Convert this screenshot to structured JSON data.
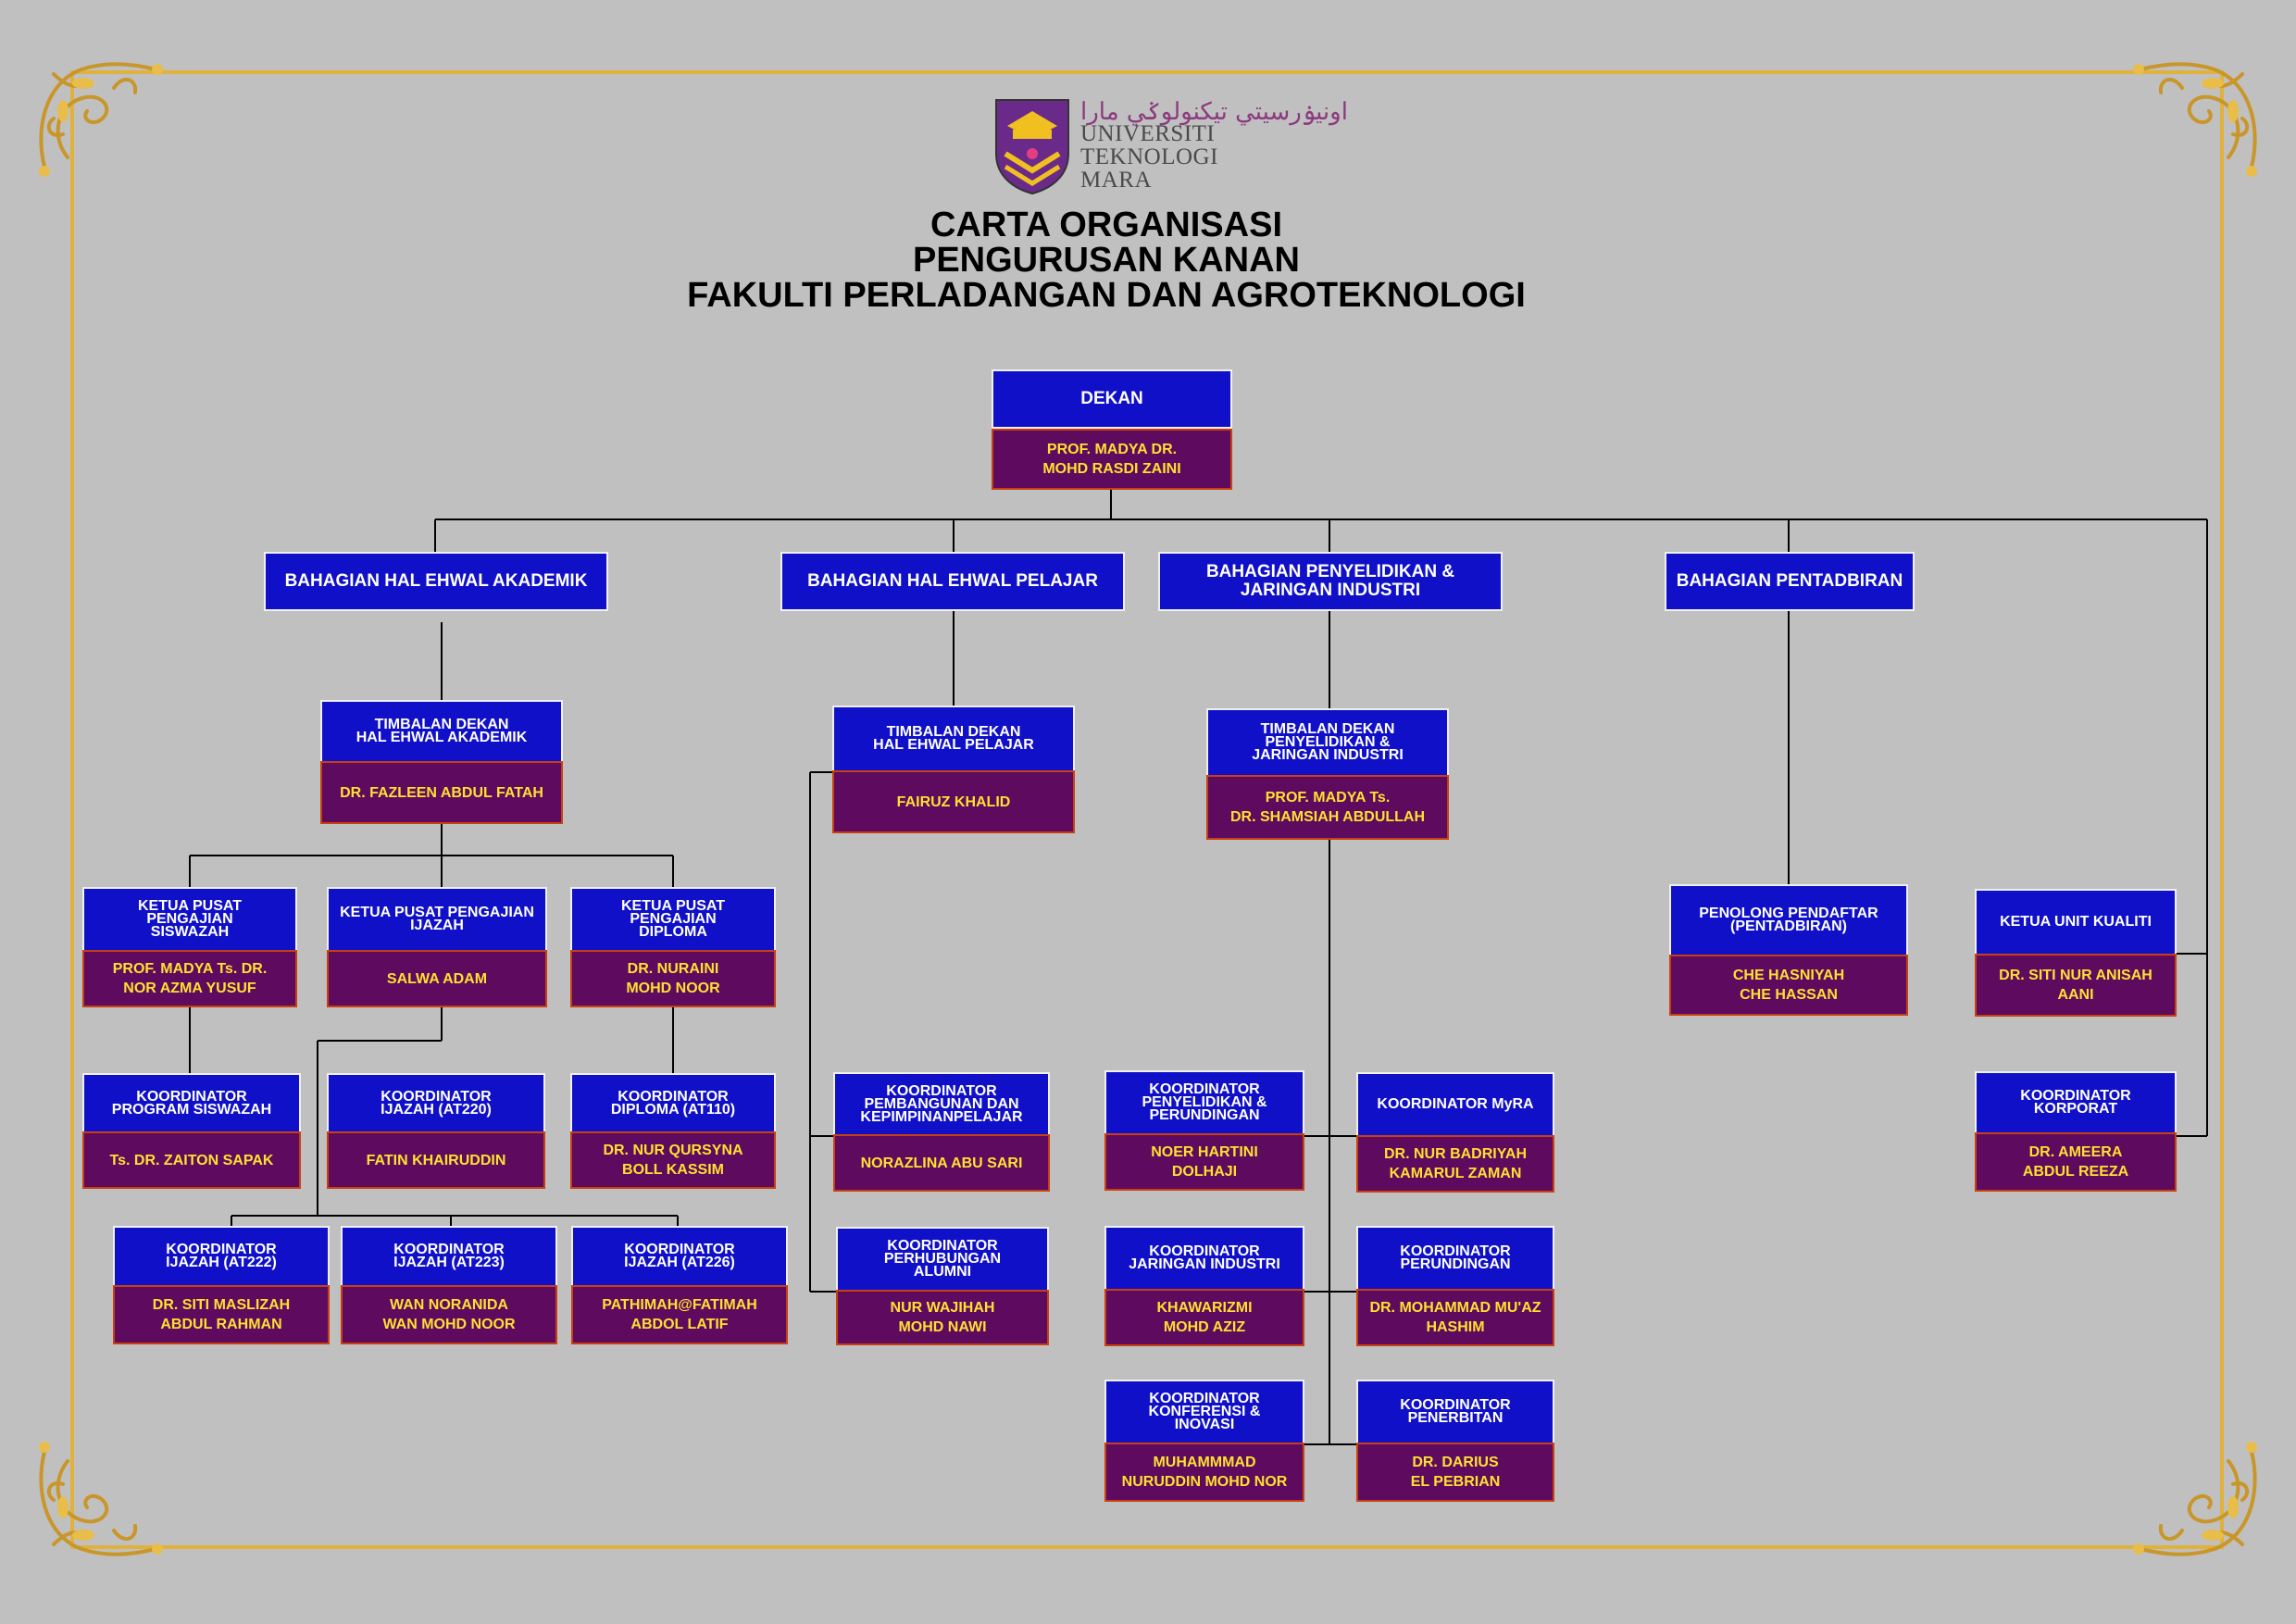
{
  "header": {
    "logo_arabic": "اونيۏرسيتي تيكنولوݢي مارا",
    "logo_text": [
      "UNIVERSITI",
      "TEKNOLOGI",
      "MARA"
    ],
    "title_lines": [
      "CARTA ORGANISASI",
      "PENGURUSAN KANAN",
      "FAKULTI PERLADANGAN DAN AGROTEKNOLOGI"
    ]
  },
  "colors": {
    "role_bg": "#1010c8",
    "name_bg": "#5e0a5e",
    "name_text": "#ffe030",
    "frame": "#e0b23c",
    "page_bg": "#c0c0c0"
  },
  "dean": {
    "role": "DEKAN",
    "name": "PROF. MADYA DR.\nMOHD RASDI ZAINI"
  },
  "departments": [
    "BAHAGIAN HAL EHWAL  AKADEMIK",
    "BAHAGIAN HAL EHWAL  PELAJAR",
    "BAHAGIAN PENYELIDIKAN &\nJARINGAN INDUSTRI",
    "BAHAGIAN PENTADBIRAN"
  ],
  "positions": [
    {
      "role": "TIMBALAN DEKAN\nHAL EHWAL AKADEMIK",
      "name": "DR. FAZLEEN ABDUL FATAH"
    },
    {
      "role": "TIMBALAN DEKAN\nHAL EHWAL PELAJAR",
      "name": "FAIRUZ KHALID"
    },
    {
      "role": "TIMBALAN DEKAN\nPENYELIDIKAN &\nJARINGAN INDUSTRI",
      "name": "PROF. MADYA Ts.\nDR. SHAMSIAH ABDULLAH"
    },
    {
      "role": "KETUA PUSAT\nPENGAJIAN\nSISWAZAH",
      "name": "PROF. MADYA Ts. DR.\nNOR AZMA YUSUF"
    },
    {
      "role": "KETUA PUSAT PENGAJIAN\nIJAZAH",
      "name": "SALWA ADAM"
    },
    {
      "role": "KETUA PUSAT\nPENGAJIAN\nDIPLOMA",
      "name": "DR. NURAINI\nMOHD NOOR"
    },
    {
      "role": "PENOLONG PENDAFTAR\n(PENTADBIRAN)",
      "name": "CHE HASNIYAH\nCHE HASSAN"
    },
    {
      "role": "KETUA UNIT KUALITI",
      "name": "DR. SITI NUR ANISAH\nAANI"
    },
    {
      "role": "KOORDINATOR\nPROGRAM SISWAZAH",
      "name": "Ts. DR. ZAITON SAPAK"
    },
    {
      "role": "KOORDINATOR\nIJAZAH (AT220)",
      "name": "FATIN KHAIRUDDIN"
    },
    {
      "role": "KOORDINATOR\nDIPLOMA (AT110)",
      "name": "DR. NUR QURSYNA\nBOLL KASSIM"
    },
    {
      "role": "KOORDINATOR\nPEMBANGUNAN DAN\nKEPIMPINANPELAJAR",
      "name": "NORAZLINA ABU SARI"
    },
    {
      "role": "KOORDINATOR\nPENYELIDIKAN &\nPERUNDINGAN",
      "name": "NOER HARTINI\nDOLHAJI"
    },
    {
      "role": "KOORDINATOR MyRA",
      "name": "DR. NUR BADRIYAH\nKAMARUL ZAMAN"
    },
    {
      "role": "KOORDINATOR\nKORPORAT",
      "name": "DR. AMEERA\nABDUL REEZA"
    },
    {
      "role": "KOORDINATOR\nIJAZAH (AT222)",
      "name": "DR. SITI MASLIZAH\nABDUL RAHMAN"
    },
    {
      "role": "KOORDINATOR\nIJAZAH (AT223)",
      "name": "WAN NORANIDA\nWAN MOHD NOOR"
    },
    {
      "role": "KOORDINATOR\nIJAZAH (AT226)",
      "name": "PATHIMAH@FATIMAH\nABDOL LATIF"
    },
    {
      "role": "KOORDINATOR\nPERHUBUNGAN\nALUMNI",
      "name": "NUR WAJIHAH\nMOHD NAWI"
    },
    {
      "role": "KOORDINATOR\nJARINGAN INDUSTRI",
      "name": "KHAWARIZMI\nMOHD AZIZ"
    },
    {
      "role": "KOORDINATOR\nPERUNDINGAN",
      "name": "DR. MOHAMMAD MU'AZ\nHASHIM"
    },
    {
      "role": "KOORDINATOR\nKONFERENSI &\nINOVASI",
      "name": "MUHAMMMAD\nNURUDDIN MOHD NOR"
    },
    {
      "role": "KOORDINATOR\nPENERBITAN",
      "name": "DR. DARIUS\nEL PEBRIAN"
    }
  ]
}
